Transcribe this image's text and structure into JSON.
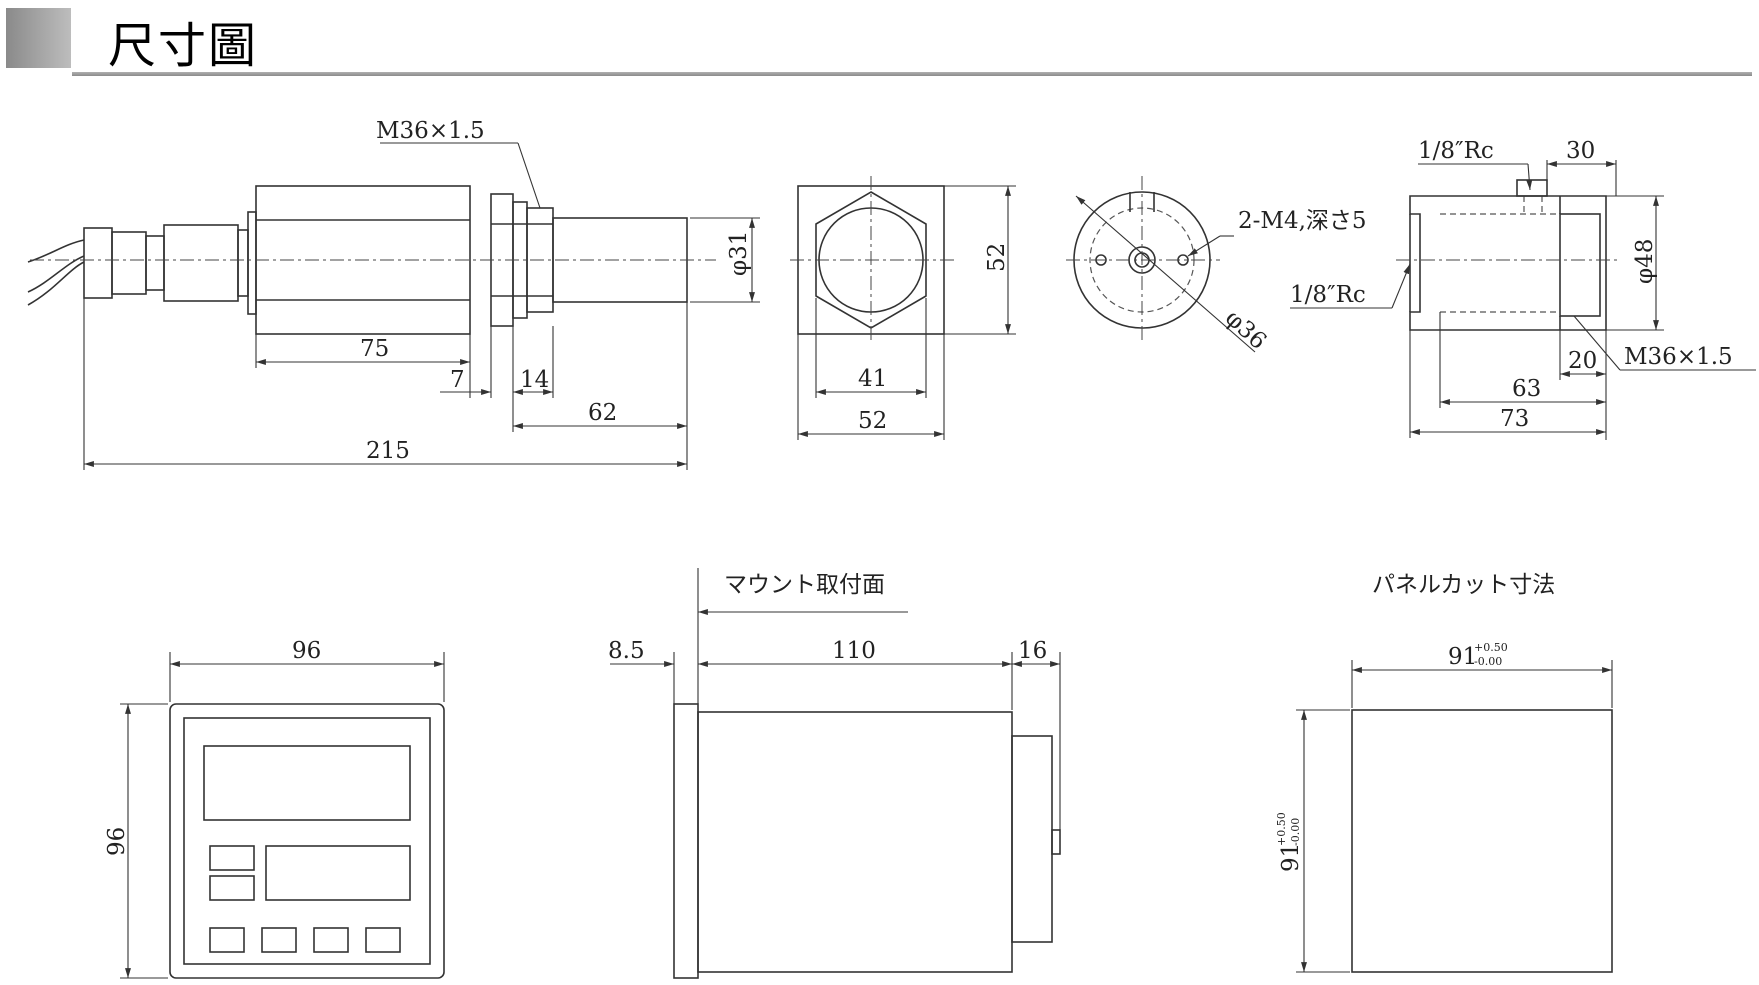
{
  "header": {
    "title": "尺寸圖"
  },
  "sensor_side": {
    "thread_label": "M36×1.5",
    "diameter_label": "φ31",
    "dims": {
      "d75": "75",
      "d7": "7",
      "d14": "14",
      "d62": "62",
      "d215": "215"
    }
  },
  "sensor_front": {
    "d52_h": "52",
    "d41": "41",
    "d52_w": "52"
  },
  "sensor_flange": {
    "holes_label": "2-M4,深さ5",
    "diameter_label": "φ36"
  },
  "adapter": {
    "port_top_label": "1/8″Rc",
    "port_side_label": "1/8″Rc",
    "thread_label": "M36×1.5",
    "diameter_label": "φ48",
    "dims": {
      "d30": "30",
      "d20": "20",
      "d63": "63",
      "d73": "73"
    }
  },
  "controller_front": {
    "width": "96",
    "height": "96"
  },
  "controller_side": {
    "mount_label": "マウント取付面",
    "dims": {
      "d8_5": "8.5",
      "d110": "110",
      "d16": "16"
    }
  },
  "panel_cut": {
    "title": "パネルカット寸法",
    "width_base": "91",
    "height_base": "91",
    "tol_plus": "+0.50",
    "tol_minus": "-0.00"
  }
}
